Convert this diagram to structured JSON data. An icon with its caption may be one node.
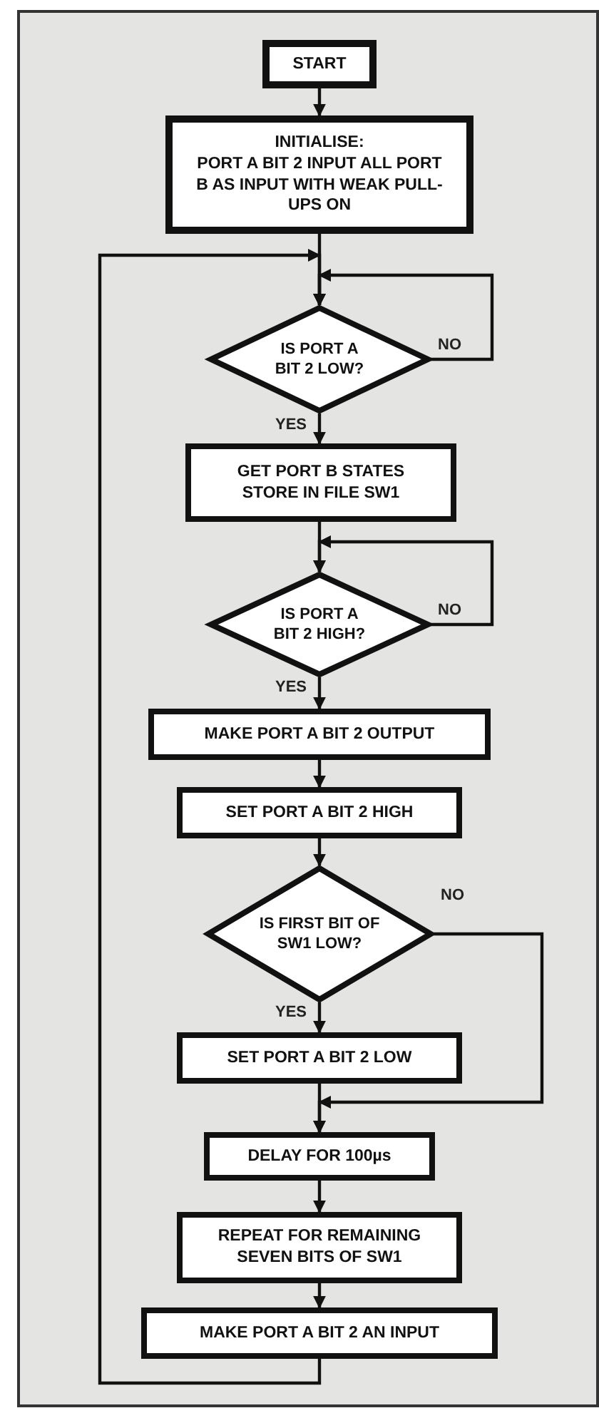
{
  "diagram": {
    "nodes": [
      {
        "text": [
          "START"
        ]
      },
      {
        "text": [
          "INITIALISE:",
          "PORT A BIT 2 INPUT ALL PORT B AS INPUT WITH WEAK PULL-UPS ON"
        ]
      },
      {
        "text": [
          "IS PORT A BIT 2 LOW?"
        ]
      },
      {
        "text": [
          "GET PORT B STATES STORE IN FILE SW1"
        ]
      },
      {
        "text": [
          "IS PORT A BIT 2 HIGH?"
        ]
      },
      {
        "text": [
          "MAKE PORT A BIT 2 OUTPUT"
        ]
      },
      {
        "text": [
          "SET PORT A BIT 2 HIGH"
        ]
      },
      {
        "text": [
          "IS FIRST BIT OF SW1 LOW?"
        ]
      },
      {
        "text": [
          "SET PORT A BIT 2 LOW"
        ]
      },
      {
        "text": [
          "DELAY FOR 100µs"
        ]
      },
      {
        "text": [
          "REPEAT FOR REMAINING SEVEN BITS OF SW1"
        ]
      },
      {
        "text": [
          "MAKE PORT A BIT 2 AN INPUT"
        ]
      }
    ],
    "edges": [
      {
        "from": 0,
        "to": 1,
        "arrow": "to"
      },
      {
        "from": 1,
        "to": 2,
        "arrow": "to"
      },
      {
        "from": 2,
        "to": 3,
        "arrow": "to",
        "label": "YES"
      },
      {
        "from": 2,
        "to": 2,
        "arrow": "to",
        "label": "NO"
      },
      {
        "from": 3,
        "to": 4,
        "arrow": "to"
      },
      {
        "from": 4,
        "to": 4,
        "arrow": "to",
        "label": "NO"
      },
      {
        "from": 4,
        "to": 5,
        "arrow": "to",
        "label": "YES"
      },
      {
        "from": 5,
        "to": 6,
        "arrow": "to"
      },
      {
        "from": 6,
        "to": 7,
        "arrow": "to"
      },
      {
        "from": 7,
        "to": 8,
        "arrow": "to",
        "label": "YES"
      },
      {
        "from": 7,
        "to": 9,
        "arrow": "to",
        "label": "NO"
      },
      {
        "from": 8,
        "to": 9,
        "arrow": "to"
      },
      {
        "from": 9,
        "to": 10,
        "arrow": "to"
      },
      {
        "from": 10,
        "to": 11,
        "arrow": "to"
      },
      {
        "from": 11,
        "to": 2,
        "arrow": "to"
      }
    ]
  }
}
